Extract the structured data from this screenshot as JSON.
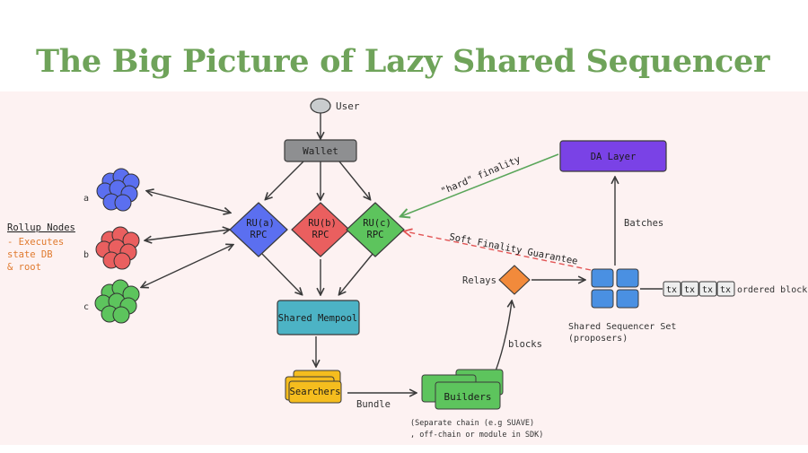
{
  "title": "The Big Picture of Lazy Shared Sequencer",
  "diagram": {
    "user": "User",
    "wallet": "Wallet",
    "rpc_a": [
      "RU(a)",
      "RPC"
    ],
    "rpc_b": [
      "RU(b)",
      "RPC"
    ],
    "rpc_c": [
      "RU(c)",
      "RPC"
    ],
    "shared_mempool": "Shared Mempool",
    "searchers": "Searchers",
    "bundle": "Bundle",
    "builders": "Builders",
    "builders_note": [
      "(Separate chain (e.g SUAVE)",
      ", off-chain or module in SDK)"
    ],
    "blocks": "blocks",
    "relays": "Relays",
    "sequencer_set": [
      "Shared Sequencer Set",
      "(proposers)"
    ],
    "tx": "tx",
    "ordered_blocks": "ordered blocks",
    "batches": "Batches",
    "da_layer": "DA Layer",
    "hard_finality": "\"hard\" finality",
    "soft_finality": "Soft Finality Guarantee",
    "rollup_nodes": {
      "title": "Rollup Nodes",
      "lines": [
        "- Executes",
        "state DB",
        "& root"
      ]
    },
    "node_labels": [
      "a",
      "b",
      "c"
    ],
    "colors": {
      "title": "#6fa35a",
      "canvas": "#fdf2f2",
      "rpc_a": "#5b6ff0",
      "rpc_b": "#ea5f5f",
      "rpc_c": "#5dc45d",
      "mempool": "#4cb3c5",
      "searchers": "#f5bd1e",
      "builders": "#5dc45d",
      "relays": "#f28a3b",
      "sequencer": "#4a90e2",
      "da_layer": "#7a42e6",
      "wallet": "#8e8f91",
      "user": "#c9ccce",
      "rollup_text": "#e07a2e"
    }
  }
}
